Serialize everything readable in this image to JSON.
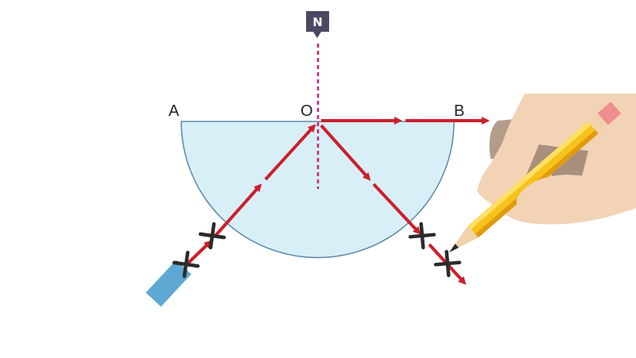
{
  "labels": {
    "a": "A",
    "b": "B",
    "o": "O",
    "normal": "N"
  },
  "colors": {
    "ray": "#cc1f2b",
    "block_fill": "#d8eff7",
    "block_stroke": "#5a88a8",
    "normal_line": "#d0206a",
    "normal_badge": "#4a4863",
    "cross": "#2b2b2b",
    "ray_box": "#5ea8d4",
    "skin": "#f2d3b6",
    "pencil_body": "#f7c21a",
    "eraser": "#ef8e8e"
  },
  "icons": {
    "ray_box": "ray-box-icon",
    "hand": "hand-holding-pencil-icon",
    "cross": "cross-mark-icon",
    "normal_badge": "map-pin-badge-icon"
  }
}
